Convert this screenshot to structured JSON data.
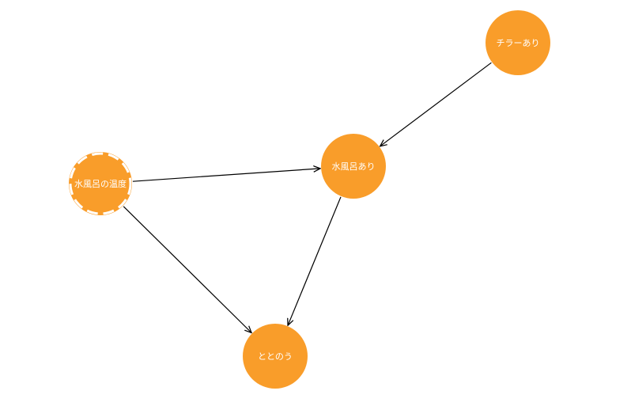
{
  "colors": {
    "node_fill": "#f99d2a",
    "node_text": "#ffffff",
    "edge": "#000000",
    "dashed_border": "#ffffff",
    "background": "#ffffff"
  },
  "nodes": [
    {
      "id": "chiller",
      "label": "チラーあり",
      "style": "solid"
    },
    {
      "id": "mizuburo",
      "label": "水風呂あり",
      "style": "solid"
    },
    {
      "id": "temp",
      "label": "水風呂の温度",
      "style": "dashed"
    },
    {
      "id": "totonou",
      "label": "ととのう",
      "style": "solid"
    }
  ],
  "edges": [
    {
      "from": "chiller",
      "to": "mizuburo"
    },
    {
      "from": "temp",
      "to": "mizuburo"
    },
    {
      "from": "temp",
      "to": "totonou"
    },
    {
      "from": "mizuburo",
      "to": "totonou"
    }
  ]
}
